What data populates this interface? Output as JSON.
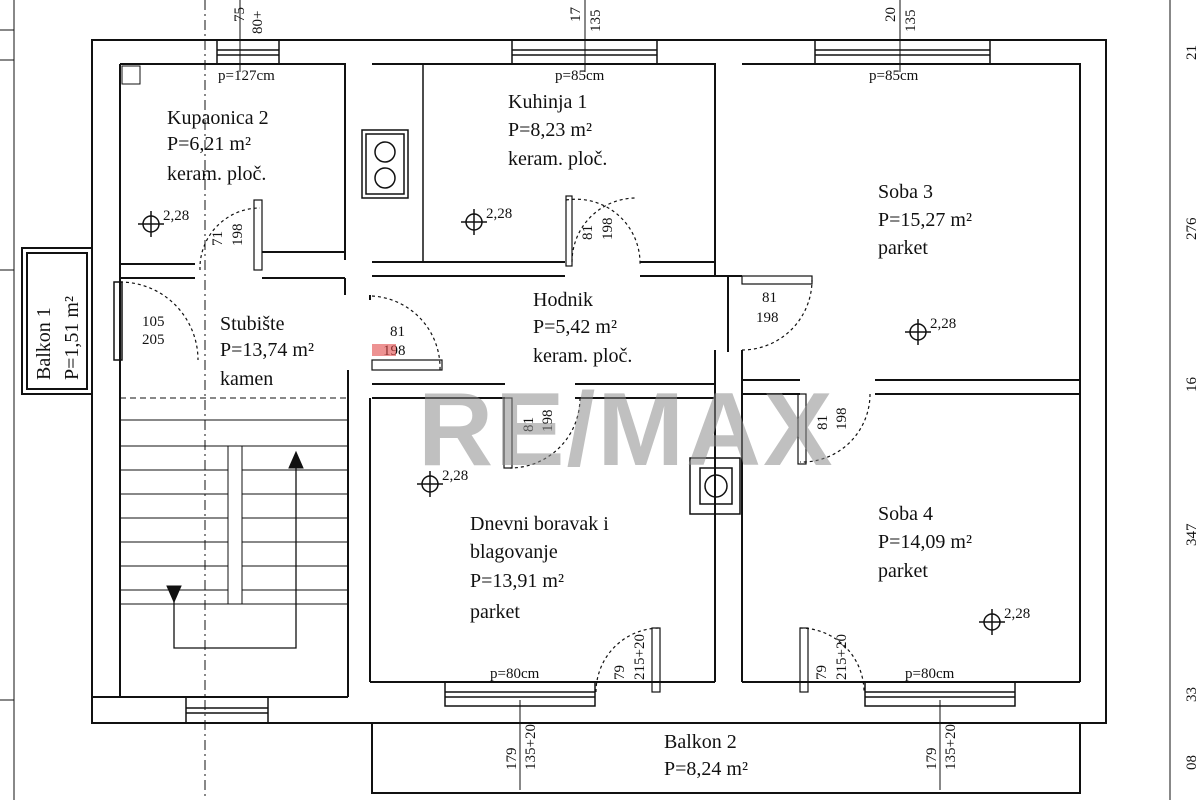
{
  "rooms": {
    "kupaonica2": {
      "name": "Kupaonica 2",
      "area": "P=6,21 m²",
      "floor": "keram. ploč."
    },
    "kuhinja1": {
      "name": "Kuhinja 1",
      "area": "P=8,23 m²",
      "floor": "keram. ploč."
    },
    "soba3": {
      "name": "Soba 3",
      "area": "P=15,27 m²",
      "floor": "parket"
    },
    "stubiste": {
      "name": "Stubište",
      "area": "P=13,74 m²",
      "floor": "kamen"
    },
    "hodnik": {
      "name": "Hodnik",
      "area": "P=5,42 m²",
      "floor": "keram. ploč."
    },
    "dnevni": {
      "name1": "Dnevni boravak i",
      "name2": "blagovanje",
      "area": "P=13,91 m²",
      "floor": "parket"
    },
    "soba4": {
      "name": "Soba 4",
      "area": "P=14,09 m²",
      "floor": "parket"
    },
    "balkon1": {
      "name": "Balkon 1",
      "area": "P=1,51 m²"
    },
    "balkon2": {
      "name": "Balkon 2",
      "area": "P=8,24 m²"
    }
  },
  "sills": {
    "kup": "p=127cm",
    "kuh": "p=85cm",
    "soba3": "p=85cm",
    "dnevni": "p=80cm",
    "soba4": "p=80cm"
  },
  "heights": {
    "kup": "2,28",
    "kuh": "2,28",
    "soba3": "2,28",
    "dnevni": "2,28",
    "soba4": "2,28"
  },
  "doors": {
    "d81": "81",
    "d198": "198",
    "d71": "71",
    "d105": "105",
    "d205": "205",
    "d79": "79",
    "d215": "215+20",
    "d179": "179",
    "d135": "135+20"
  },
  "top_dims": {
    "a1": "75",
    "a2": "80+",
    "b1": "17",
    "b2": "135",
    "c1": "20",
    "c2": "135"
  },
  "right_dims": {
    "r1": "21",
    "r2": "276",
    "r3": "16",
    "r4": "347",
    "r5": "33",
    "r6": "08"
  },
  "watermark": "RE/MAX"
}
